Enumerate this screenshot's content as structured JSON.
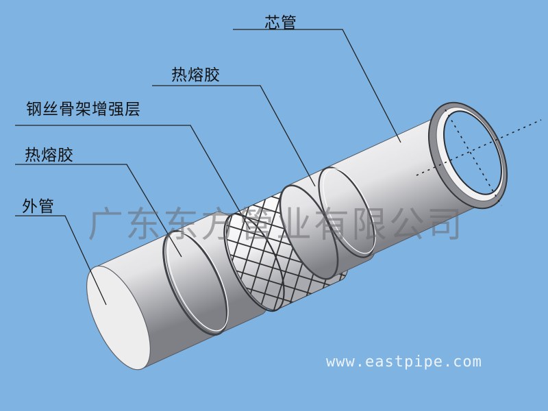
{
  "labels": {
    "core_pipe": "芯管",
    "hot_melt_inner": "热熔胶",
    "steel_wire": "钢丝骨架增强层",
    "hot_melt_outer": "热熔胶",
    "outer_pipe": "外管"
  },
  "watermark": "广东东方管业有限公司",
  "website": "www.eastpipe.com",
  "colors": {
    "background": "#7fb3e2",
    "pipe_light": "#efeff0",
    "pipe_dark": "#8e9095",
    "mesh": "#2a2a2a",
    "leader": "#222222"
  }
}
